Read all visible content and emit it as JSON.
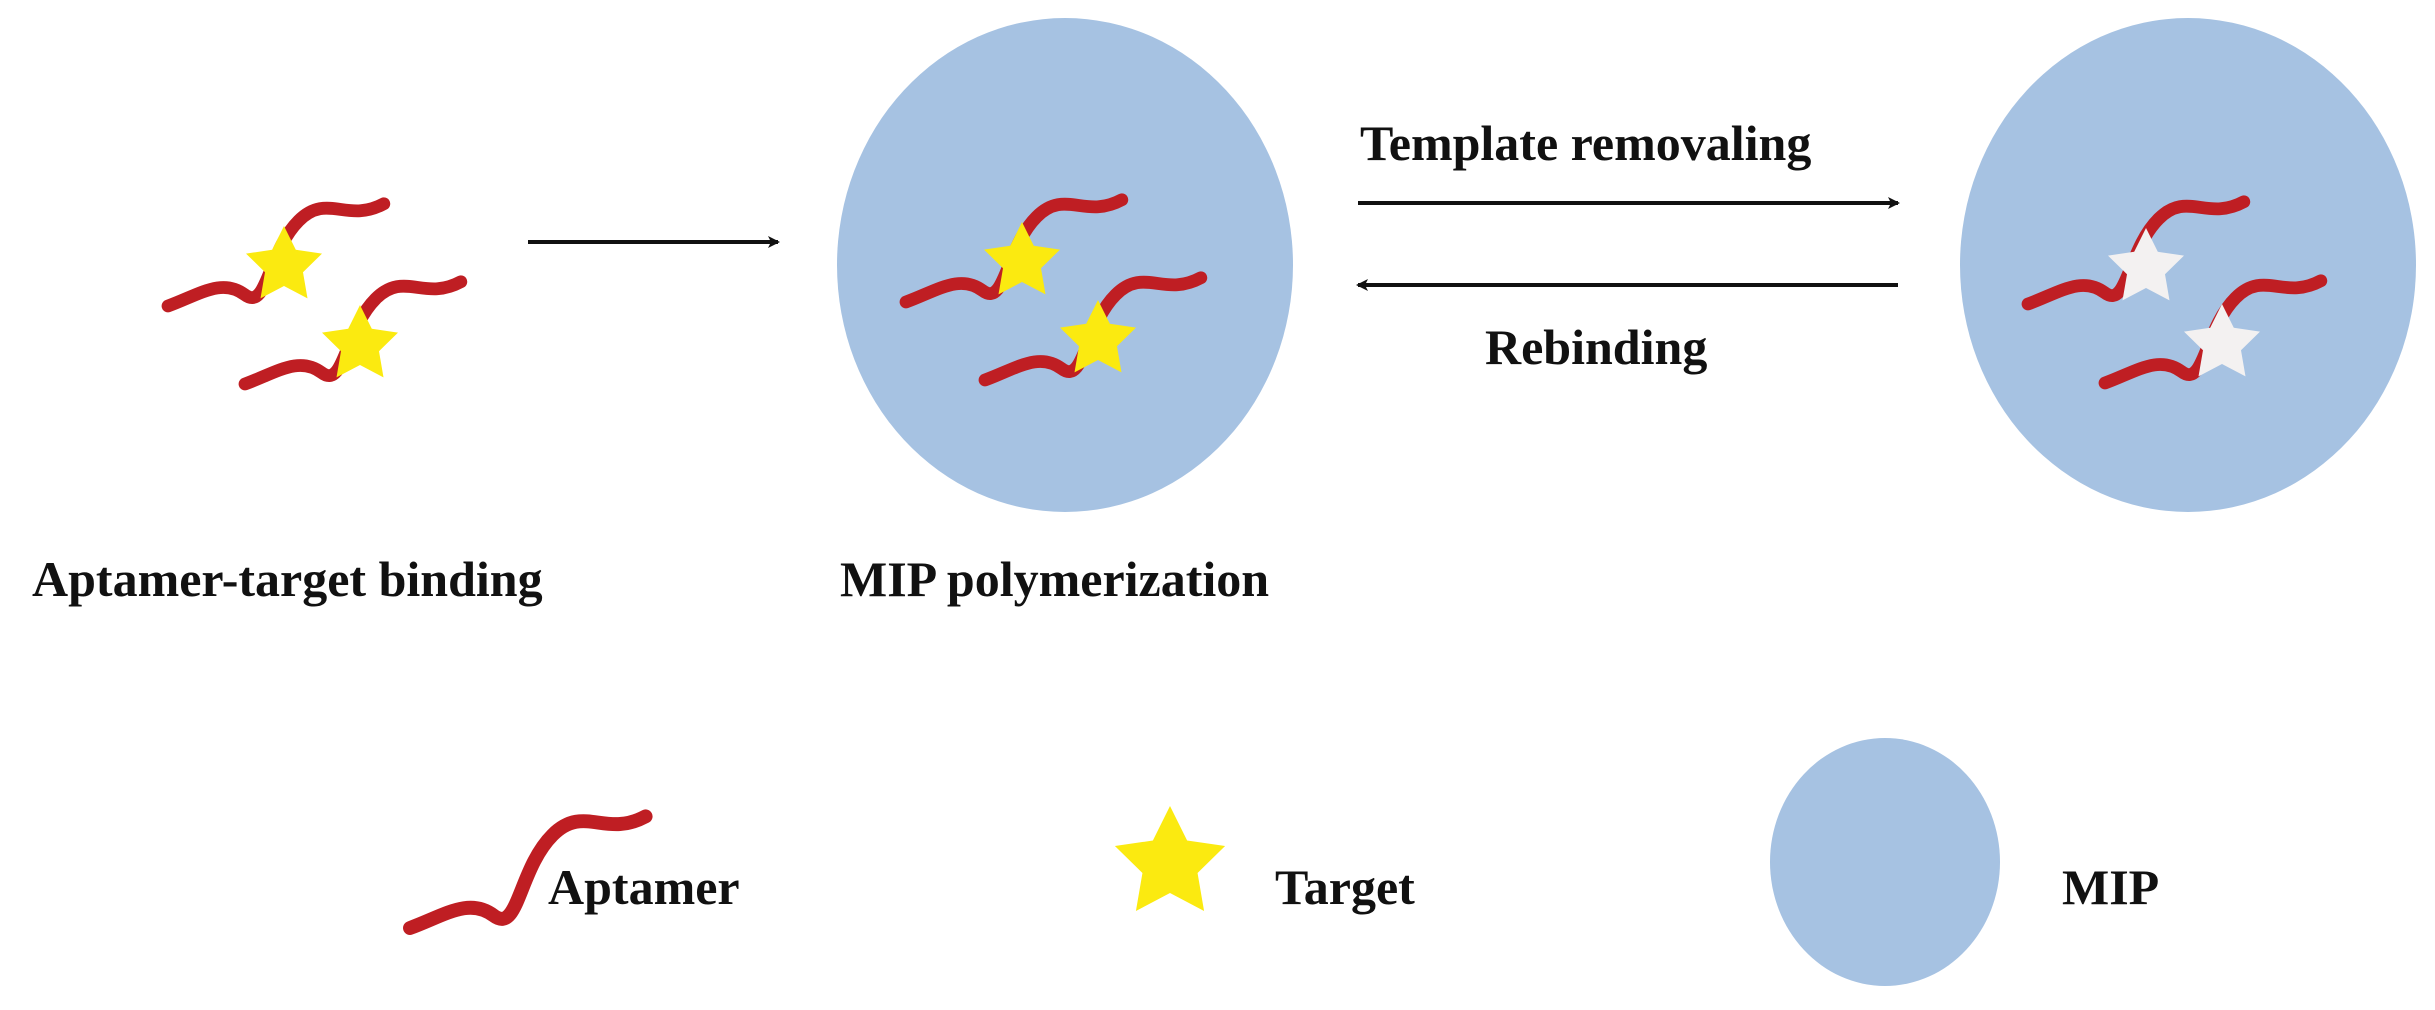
{
  "colors": {
    "aptamer": "#bf1e23",
    "target": "#fbea10",
    "target_removed": "#f3f1f1",
    "mip": "#a6c2e2",
    "arrow": "#111111",
    "text": "#111111"
  },
  "stages": {
    "binding_label": "Aptamer-target binding",
    "polymerization_label": "MIP polymerization"
  },
  "process": {
    "forward_label": "Template removaling",
    "reverse_label": "Rebinding"
  },
  "legend": {
    "aptamer": {
      "label": "Aptamer",
      "icon": "ribbon-icon"
    },
    "target": {
      "label": "Target",
      "icon": "star-icon"
    },
    "mip": {
      "label": "MIP",
      "icon": "circle-icon"
    }
  }
}
